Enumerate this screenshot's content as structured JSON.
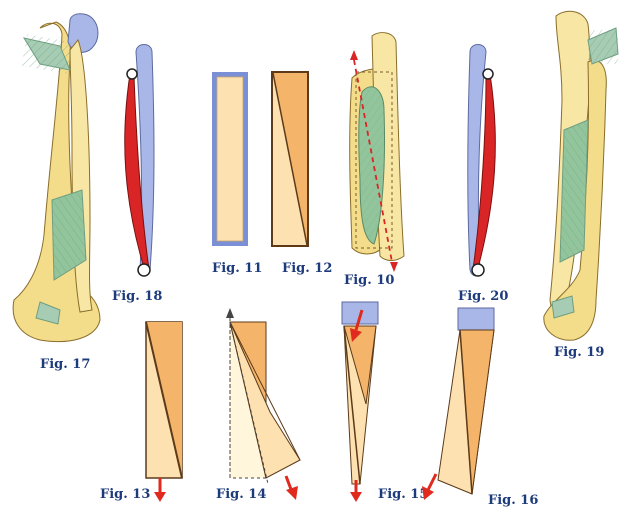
{
  "figures": {
    "fig10": "Fig. 10",
    "fig11": "Fig. 11",
    "fig12": "Fig. 12",
    "fig13": "Fig. 13",
    "fig14": "Fig. 14",
    "fig15": "Fig. 15",
    "fig16": "Fig. 16",
    "fig17": "Fig. 17",
    "fig18": "Fig. 18",
    "fig19": "Fig. 19",
    "fig20": "Fig. 20"
  },
  "colors": {
    "bone": "#f3dc8a",
    "bone_edge": "#8a6d2a",
    "ligament": "#a7ccb4",
    "membrane": "#93c59c",
    "ulna_blue": "#a9b6e8",
    "muscle_red": "#d92525",
    "light_orange": "#fde1b0",
    "dark_orange": "#f4b46a",
    "arrow_red": "#e02a1e",
    "label_blue": "#1d3a7a"
  }
}
